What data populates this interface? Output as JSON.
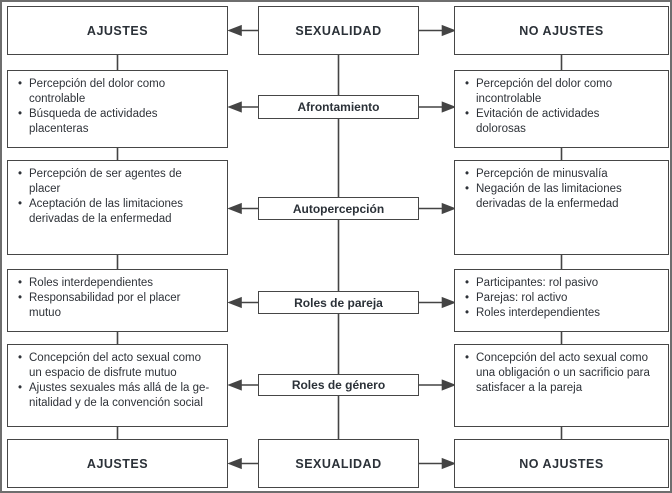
{
  "diagram": {
    "top": {
      "left_label": "AJUSTES",
      "center_label": "SEXUALIDAD",
      "right_label": "NO AJUSTES"
    },
    "bottom": {
      "left_label": "AJUSTES",
      "center_label": "SEXUALIDAD",
      "right_label": "NO AJUSTES"
    },
    "rows": [
      {
        "category": "Afrontamiento",
        "ajustes": [
          "Percepción del dolor como\ncontrolable",
          "Búsqueda de actividades\nplacenteras"
        ],
        "no_ajustes": [
          "Percepción del dolor como\nincontrolable",
          "Evitación de actividades\ndolorosas"
        ]
      },
      {
        "category": "Autopercepción",
        "ajustes": [
          "Percepción de ser agentes de\nplacer",
          "Aceptación de las limitaciones\nderivadas de la enfermedad"
        ],
        "no_ajustes": [
          "Percepción de minusvalía",
          "Negación de las limitaciones\nderivadas de la enfermedad"
        ]
      },
      {
        "category": "Roles de pareja",
        "ajustes": [
          "Roles interdependientes",
          "Responsabilidad por el placer\nmutuo"
        ],
        "no_ajustes": [
          "Participantes: rol pasivo",
          "Parejas: rol activo",
          "Roles interdependientes"
        ]
      },
      {
        "category": "Roles de género",
        "ajustes": [
          "Concepción del acto sexual como\nun espacio de disfrute mutuo",
          "Ajustes sexuales más allá de la ge-\nnitalidad y de la convención social"
        ],
        "no_ajustes": [
          "Concepción del acto sexual como\nuna obligación o un sacrificio para\nsatisfacer a la pareja"
        ]
      }
    ],
    "colors": {
      "line": "#444444",
      "box_border": "#464646",
      "text": "#2e3238"
    }
  }
}
